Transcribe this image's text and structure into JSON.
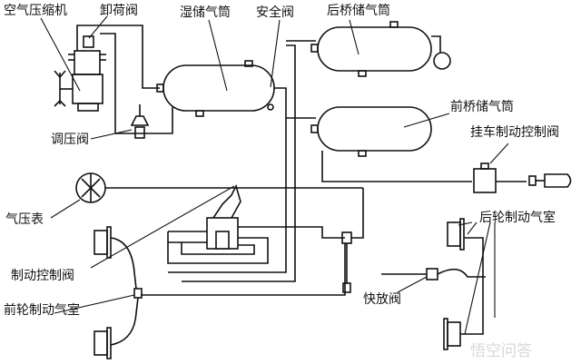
{
  "labels": {
    "compressor": "空气压缩机",
    "unloader_valve": "卸荷阀",
    "wet_tank": "湿储气筒",
    "safety_valve": "安全阀",
    "rear_tank": "后桥储气筒",
    "pressure_regulator": "调压阀",
    "front_tank": "前桥储气筒",
    "trailer_brake_valve": "挂车制动控制阀",
    "pressure_gauge": "气压表",
    "rear_brake_chamber": "后轮制动气室",
    "brake_control_valve": "制动控制阀",
    "quick_release_valve": "快放阀",
    "front_brake_chamber": "前轮制动气室"
  },
  "watermark": "悟空问答"
}
